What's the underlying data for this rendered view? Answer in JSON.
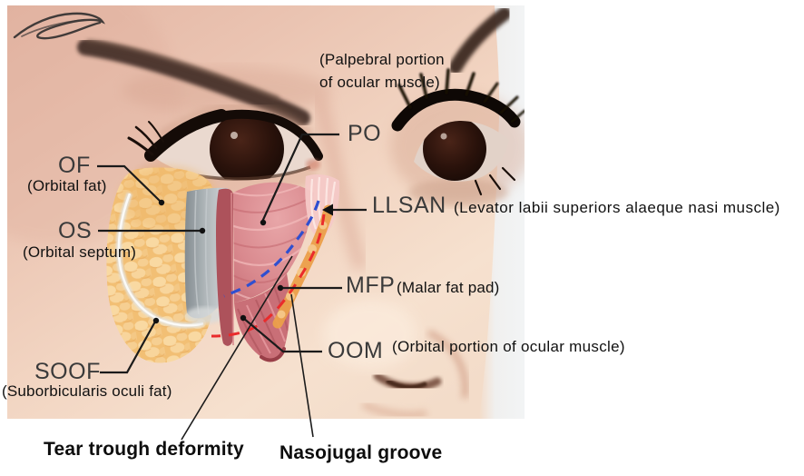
{
  "figure": {
    "annotations": {
      "of": {
        "abbr": "OF",
        "desc": "(Orbital fat)"
      },
      "os": {
        "abbr": "OS",
        "desc": "(Orbital septum)"
      },
      "soof": {
        "abbr": "SOOF",
        "desc": "(Suborbicularis oculi fat)"
      },
      "po": {
        "abbr": "PO",
        "desc": "(Palpebral portion of ocular muscle)"
      },
      "llsan": {
        "abbr": "LLSAN",
        "desc": "(Levator labii superiors alaeque nasi muscle)"
      },
      "mfp": {
        "abbr": "MFP",
        "desc": "(Malar fat pad)"
      },
      "oom": {
        "abbr": "OOM",
        "desc": "(Orbital portion of ocular muscle)"
      },
      "tear_trough": {
        "label": "Tear trough deformity"
      },
      "nasojugal_groove": {
        "label": "Nasojugal groove"
      }
    },
    "line_colors": {
      "tear_trough_dashed_line": "#2f4fd0",
      "nasojugal_dashed_line": "#ea2b2b",
      "leader_line": "#1b1b1b"
    },
    "overlay_colors": {
      "orbital_fat": "#f2bf74",
      "orbital_septum": "#b9bfc2",
      "ocular_muscle": "#d2797f",
      "malar_fat_pad": "#eb9f4a",
      "llsan_muscle": "#f4c9c7"
    }
  }
}
